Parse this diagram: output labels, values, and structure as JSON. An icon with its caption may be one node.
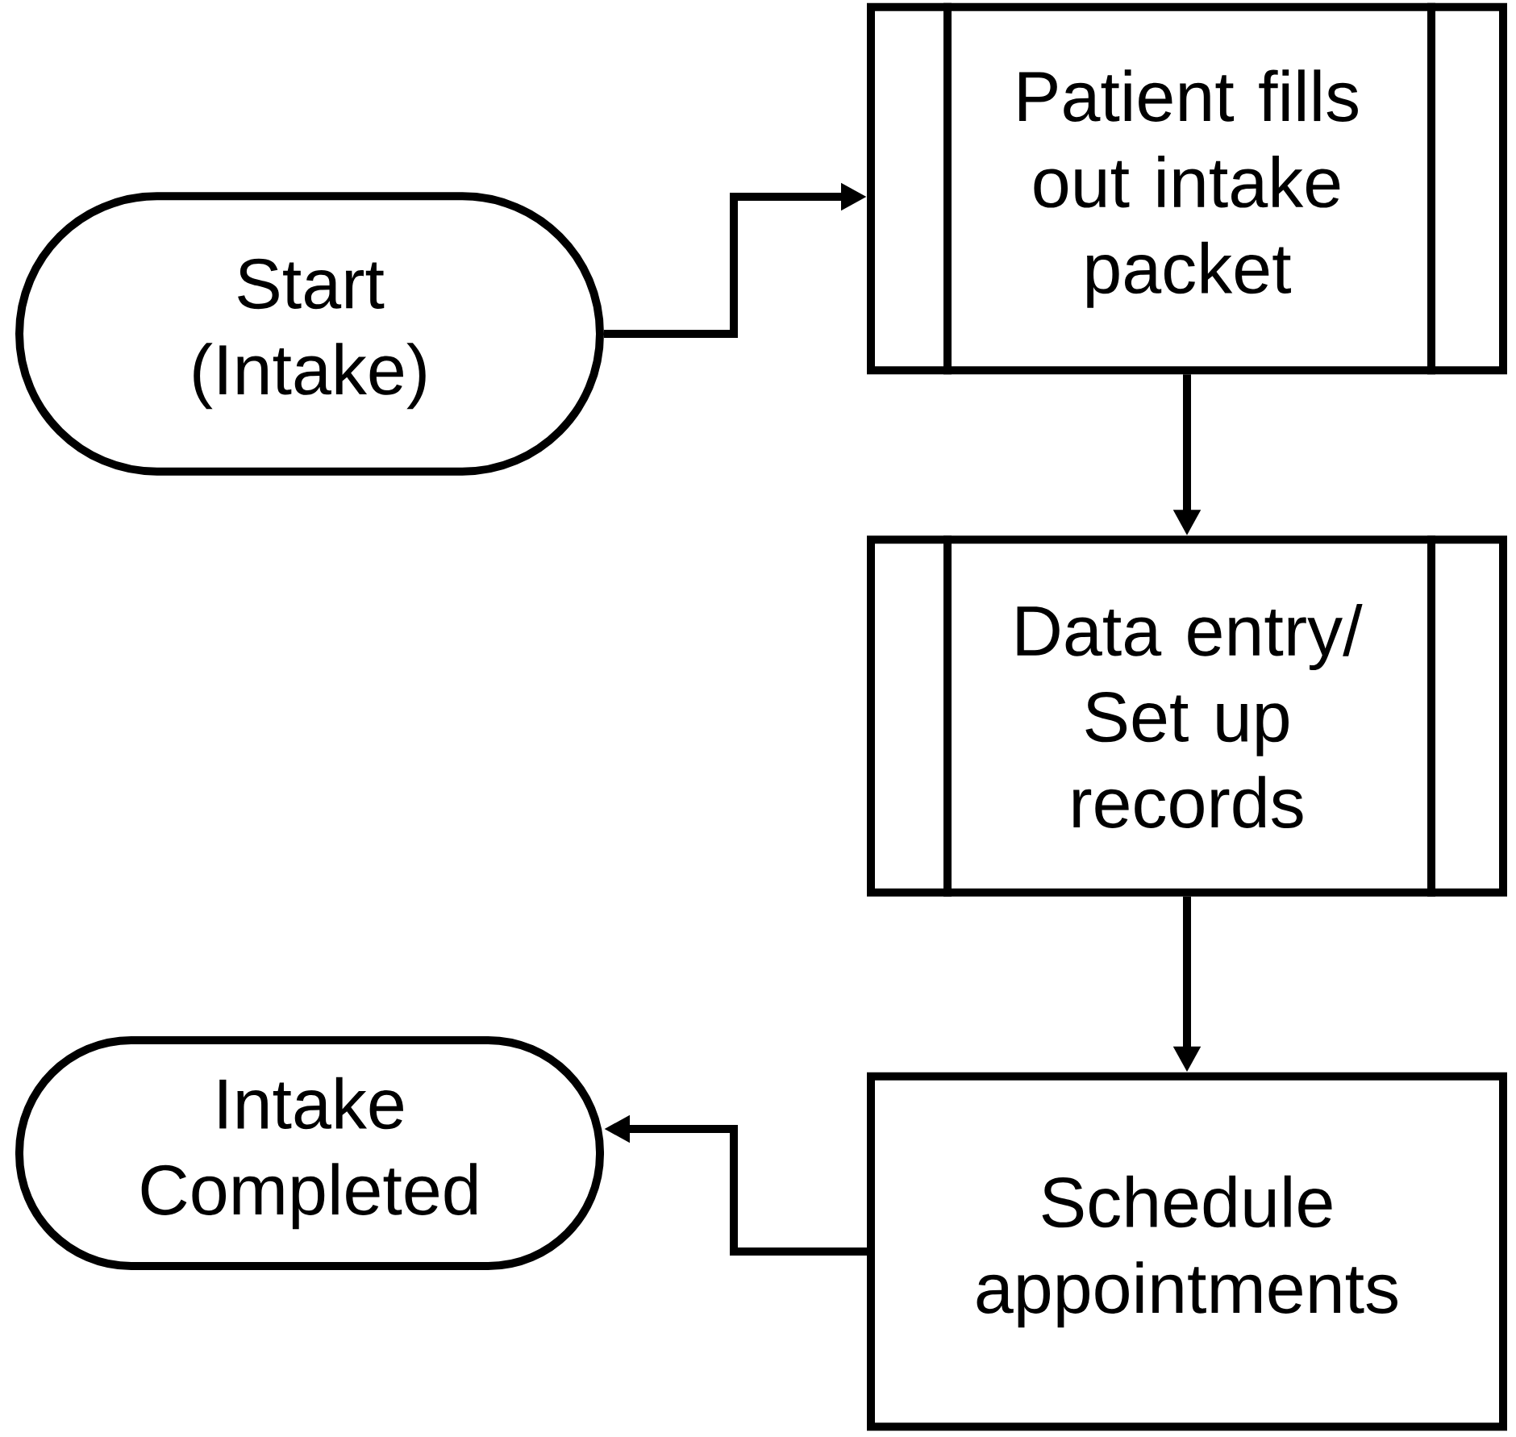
{
  "diagram": {
    "nodes": [
      {
        "text": [
          "Start (Intake)"
        ]
      },
      {
        "text": [
          "Patient fills out intake packet"
        ]
      },
      {
        "text": [
          "Data entry/ Set up records"
        ]
      },
      {
        "text": [
          "Intake Completed"
        ]
      },
      {
        "text": [
          "Schedule appointments"
        ]
      }
    ],
    "edges": [
      {
        "from": 0,
        "to": 1,
        "arrow": "to"
      },
      {
        "from": 1,
        "to": 2,
        "arrow": "to"
      },
      {
        "from": 2,
        "to": 4,
        "arrow": "to"
      },
      {
        "from": 4,
        "to": 3,
        "arrow": "to"
      }
    ]
  }
}
